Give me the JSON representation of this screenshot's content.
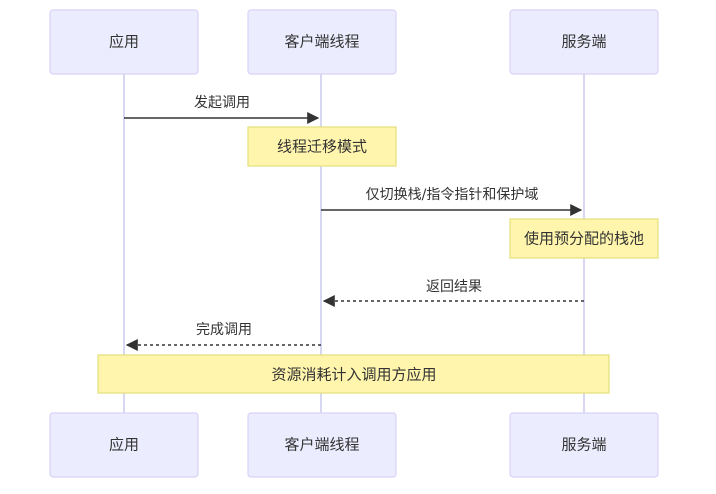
{
  "participants": {
    "app": "应用",
    "client": "客户端线程",
    "server": "服务端"
  },
  "messages": [
    {
      "text": "发起调用",
      "style": "solid"
    },
    {
      "text": "仅切换栈/指令指针和保护域",
      "style": "solid"
    },
    {
      "text": "返回结果",
      "style": "dashed"
    },
    {
      "text": "完成调用",
      "style": "dashed"
    }
  ],
  "notes": [
    "线程迁移模式",
    "使用预分配的栈池",
    "资源消耗计入调用方应用"
  ],
  "colors": {
    "actor_fill": "#ECECFF",
    "actor_border": "#D9D2F6",
    "note_fill": "#FFF5AD",
    "note_border": "#E3E07A",
    "lifeline": "#D7D7F2",
    "line": "#333333"
  }
}
